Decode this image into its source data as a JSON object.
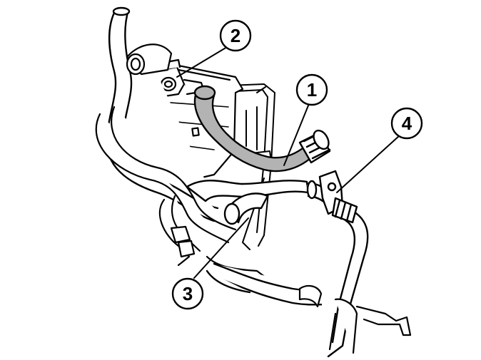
{
  "colors": {
    "background": "#ffffff",
    "line": "#000000",
    "highlight_hose": "#b3b3b3"
  },
  "callouts": [
    {
      "id": "1",
      "label": "1"
    },
    {
      "id": "2",
      "label": "2"
    },
    {
      "id": "3",
      "label": "3"
    },
    {
      "id": "4",
      "label": "4"
    }
  ]
}
